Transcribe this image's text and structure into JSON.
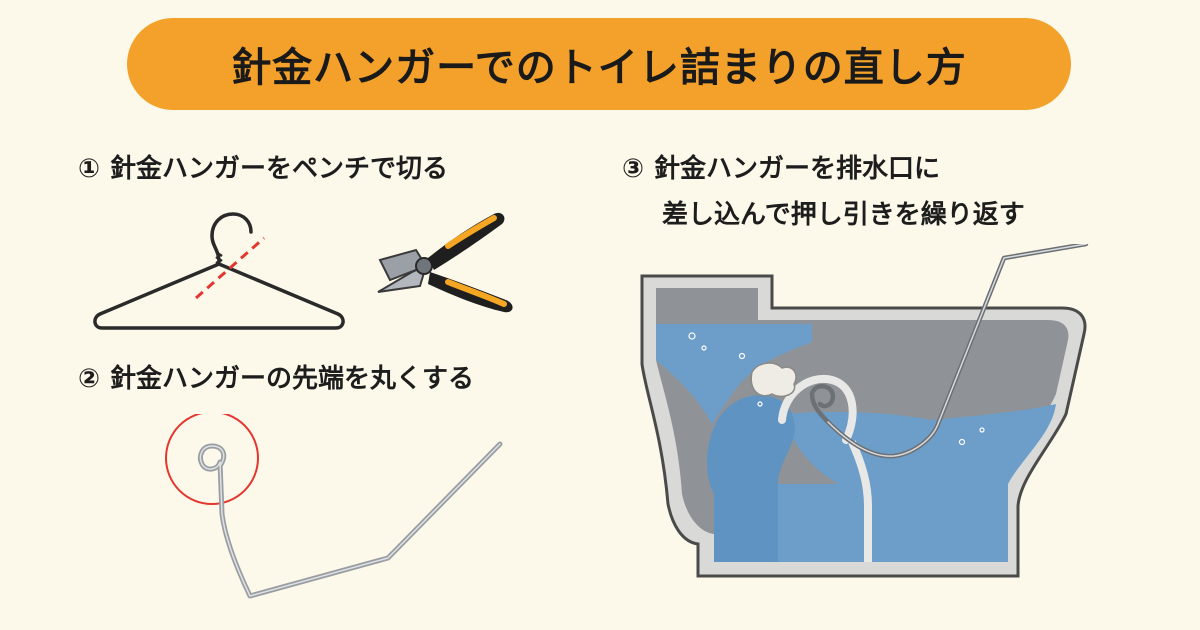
{
  "header": {
    "title": "針金ハンガーでのトイレ詰まりの直し方"
  },
  "steps": [
    {
      "number": "①",
      "text": "針金ハンガーをペンチで切る"
    },
    {
      "number": "②",
      "text": "針金ハンガーの先端を丸くする"
    },
    {
      "number": "③",
      "text_line1": "針金ハンガーを排水口に",
      "text_line2": "差し込んで押し引きを繰り返す"
    }
  ],
  "illustrations": {
    "hanger": "wire-hanger-icon",
    "pliers": "pliers-icon",
    "bent_wire": "bent-wire-icon",
    "toilet": "toilet-cross-section"
  },
  "colors": {
    "background": "#fcf8ea",
    "accent": "#f3a12a",
    "cut_line": "#e4362f",
    "water": "#6d9ec9"
  }
}
